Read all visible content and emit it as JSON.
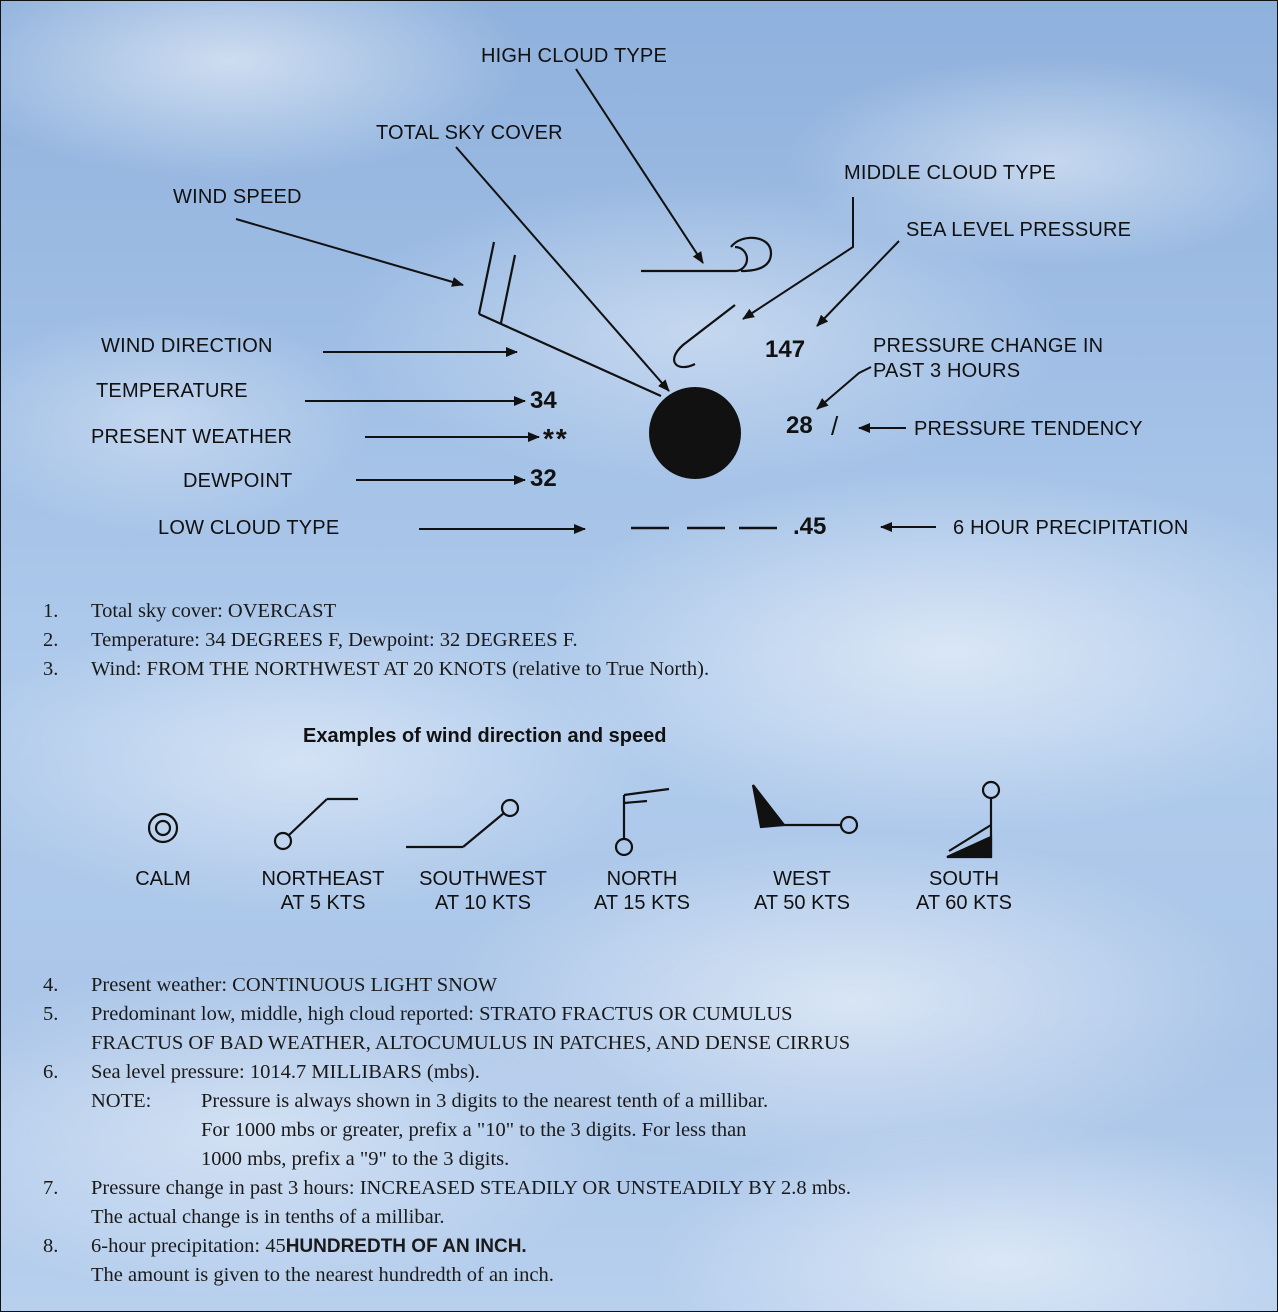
{
  "station_model": {
    "labels": {
      "high_cloud_type": "HIGH CLOUD TYPE",
      "total_sky_cover": "TOTAL SKY COVER",
      "middle_cloud_type": "MIDDLE CLOUD TYPE",
      "wind_speed": "WIND SPEED",
      "sea_level_pressure": "SEA LEVEL PRESSURE",
      "wind_direction": "WIND DIRECTION",
      "pressure_change_line1": "PRESSURE CHANGE IN",
      "pressure_change_line2": "PAST 3 HOURS",
      "temperature": "TEMPERATURE",
      "pressure_tendency": "PRESSURE TENDENCY",
      "present_weather": "PRESENT WEATHER",
      "dewpoint": "DEWPOINT",
      "low_cloud_type": "LOW CLOUD TYPE",
      "six_hour_precip": "6 HOUR PRECIPITATION"
    },
    "values": {
      "sea_level_pressure": "147",
      "temperature": "34",
      "pressure_change": "28",
      "pressure_tendency_symbol": "/",
      "present_weather_symbol": "**",
      "dewpoint": "32",
      "precipitation": ".45"
    }
  },
  "notes_top": [
    {
      "num": "1.",
      "text": "Total sky cover:  OVERCAST"
    },
    {
      "num": "2.",
      "text": "Temperature:    34 DEGREES F,  Dewpoint:  32 DEGREES F."
    },
    {
      "num": "3.",
      "text": "Wind:   FROM THE NORTHWEST AT 20 KNOTS (relative to True North)."
    }
  ],
  "wind_examples": {
    "title": "Examples of wind direction and speed",
    "items": [
      {
        "line1": "CALM",
        "line2": "",
        "icon": "calm-circle-icon"
      },
      {
        "line1": "NORTHEAST",
        "line2": "AT 5 KTS",
        "icon": "wind-barb-icon"
      },
      {
        "line1": "SOUTHWEST",
        "line2": "AT 10 KTS",
        "icon": "wind-barb-icon"
      },
      {
        "line1": "NORTH",
        "line2": "AT 15 KTS",
        "icon": "wind-barb-icon"
      },
      {
        "line1": "WEST",
        "line2": "AT 50 KTS",
        "icon": "wind-pennant-icon"
      },
      {
        "line1": "SOUTH",
        "line2": "AT 60 KTS",
        "icon": "wind-pennant-icon"
      }
    ]
  },
  "notes_bottom": {
    "n4": {
      "num": "4.",
      "text": "Present weather:  CONTINUOUS LIGHT SNOW"
    },
    "n5": {
      "num": "5.",
      "text": "Predominant low, middle, high cloud reported:   STRATO FRACTUS OR CUMULUS",
      "cont": "FRACTUS OF BAD WEATHER, ALTOCUMULUS IN PATCHES, AND DENSE CIRRUS"
    },
    "n6": {
      "num": "6.",
      "text": "Sea level pressure:   1014.7 MILLIBARS (mbs).",
      "note_label": "NOTE:",
      "note_lines": [
        "Pressure is always shown in 3 digits to the nearest tenth of a millibar.",
        "For 1000 mbs or greater, prefix a \"10\" to the 3 digits. For less than",
        "1000 mbs, prefix a \"9\" to the 3 digits."
      ]
    },
    "n7": {
      "num": "7.",
      "text": "Pressure change in past 3 hours: INCREASED STEADILY OR UNSTEADILY BY 2.8 mbs.",
      "cont": "The actual change is in tenths of a millibar."
    },
    "n8": {
      "num": "8.",
      "text": "6-hour precipitation:  45",
      "text_bold": "HUNDREDTH OF AN INCH.",
      "cont": "The amount is given to the nearest hundredth of an inch."
    }
  },
  "colors": {
    "sky": "#a2c0e6",
    "ink": "#111111"
  }
}
